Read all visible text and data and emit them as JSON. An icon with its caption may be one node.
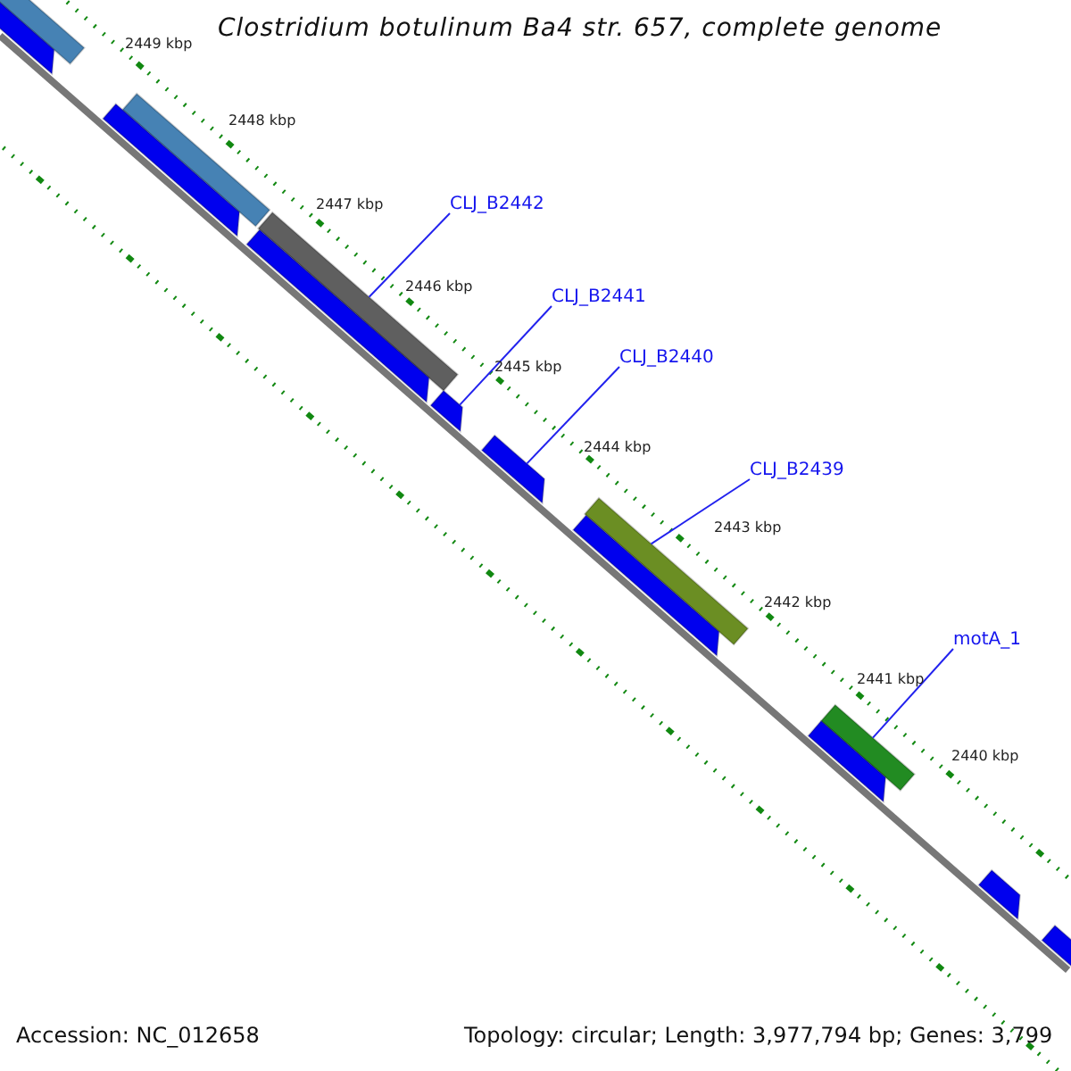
{
  "diagram": {
    "title": "Clostridium botulinum Ba4 str. 657, complete genome",
    "nodes": [
      {
        "text": [
          "CLJ_B2442"
        ]
      },
      {
        "text": [],
        "shape": "bar"
      },
      {
        "text": [
          "CLJ_B2441"
        ]
      },
      {
        "text": [],
        "shape": "bar"
      },
      {
        "text": [
          "CLJ_B2440"
        ]
      },
      {
        "text": [],
        "shape": "bar"
      },
      {
        "text": [
          "CLJ_B2439"
        ]
      },
      {
        "text": [],
        "shape": "bar"
      },
      {
        "text": [
          "motA_1"
        ]
      },
      {
        "text": [],
        "shape": "bar"
      },
      {
        "text": [],
        "shape": "bar"
      },
      {
        "text": [],
        "shape": "bar"
      },
      {
        "text": [],
        "shape": "bar"
      },
      {
        "text": [],
        "shape": "bar"
      },
      {
        "text": [],
        "shape": "bar"
      },
      {
        "text": [],
        "shape": "bar"
      },
      {
        "text": [],
        "shape": "bar"
      },
      {
        "text": [],
        "shape": "bar"
      },
      {
        "text": [],
        "shape": "bar"
      }
    ],
    "edges": [
      {
        "from": 0,
        "to": 1,
        "arrow": "none"
      },
      {
        "from": 2,
        "to": 3,
        "arrow": "none"
      },
      {
        "from": 4,
        "to": 5,
        "arrow": "none"
      },
      {
        "from": 6,
        "to": 7,
        "arrow": "none"
      },
      {
        "from": 8,
        "to": 9,
        "arrow": "none"
      }
    ],
    "labels": [
      "2449 kbp",
      "2448 kbp",
      "2447 kbp",
      "2446 kbp",
      "2445 kbp",
      "2444 kbp",
      "2443 kbp",
      "2442 kbp",
      "2441 kbp",
      "2440 kbp",
      "Accession: NC_012658",
      "Topology: circular; Length: 3,977,794 bp; Genes: 3,799"
    ]
  }
}
